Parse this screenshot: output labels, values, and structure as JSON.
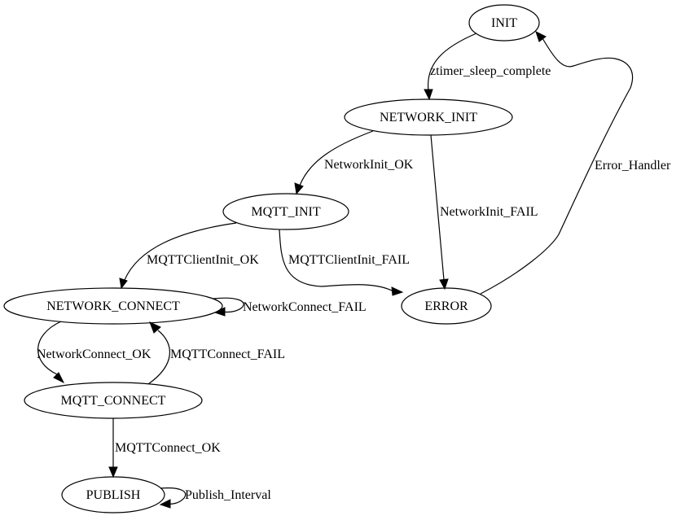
{
  "nodes": {
    "init": "INIT",
    "network_init": "NETWORK_INIT",
    "mqtt_init": "MQTT_INIT",
    "error": "ERROR",
    "network_connect": "NETWORK_CONNECT",
    "mqtt_connect": "MQTT_CONNECT",
    "publish": "PUBLISH"
  },
  "edges": {
    "init_to_network_init": "ztimer_sleep_complete",
    "network_init_to_mqtt_init": "NetworkInit_OK",
    "network_init_to_error": "NetworkInit_FAIL",
    "error_to_init": "Error_Handler",
    "mqtt_init_to_network_connect": "MQTTClientInit_OK",
    "mqtt_init_to_error": "MQTTClientInit_FAIL",
    "network_connect_self": "NetworkConnect_FAIL",
    "network_connect_to_mqtt_connect": "NetworkConnect_OK",
    "mqtt_connect_to_network_connect": "MQTTConnect_FAIL",
    "mqtt_connect_to_publish": "MQTTConnect_OK",
    "publish_self": "Publish_Interval"
  }
}
